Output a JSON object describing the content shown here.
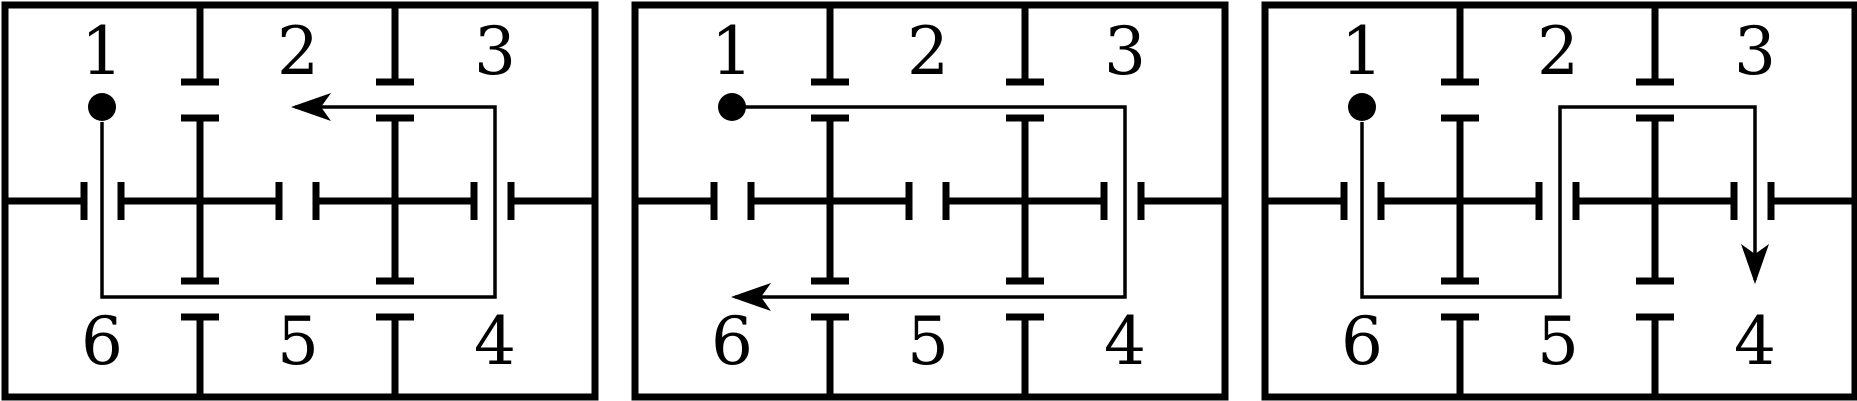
{
  "panels": [
    {
      "id": "a",
      "path": "down-right-up-left",
      "labels": [
        "1",
        "2",
        "3",
        "4",
        "5",
        "6"
      ]
    },
    {
      "id": "b",
      "path": "right-down-left",
      "labels": [
        "1",
        "2",
        "3",
        "4",
        "5",
        "6"
      ]
    },
    {
      "id": "c",
      "path": "down-right-up-right-down",
      "labels": [
        "1",
        "2",
        "3",
        "4",
        "5",
        "6"
      ]
    }
  ]
}
